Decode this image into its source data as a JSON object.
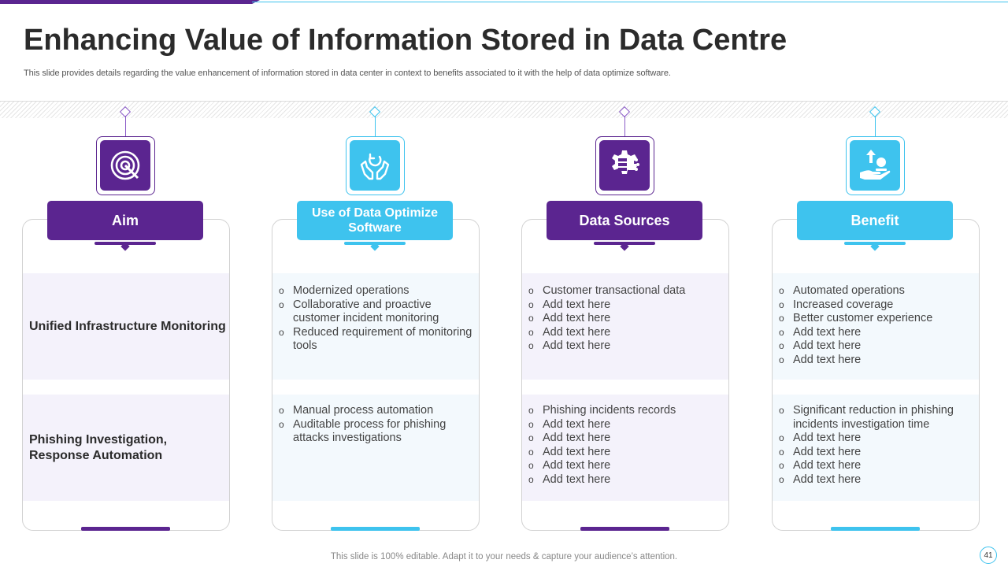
{
  "slide": {
    "title": "Enhancing Value of Information Stored in Data Centre",
    "subtitle": "This slide provides details regarding the value enhancement of information stored in data center in context to benefits associated to it with the help of data optimize software.",
    "footer": "This slide is 100% editable. Adapt it to your needs & capture your audience’s attention.",
    "page_number": "41"
  },
  "colors": {
    "purple": "#5b2590",
    "blue": "#3ec3ee"
  },
  "columns": [
    {
      "header": "Aim",
      "icon": "target-icon",
      "rows": [
        {
          "label": "Unified Infrastructure Monitoring"
        },
        {
          "label": "Phishing Investigation, Response  Automation"
        }
      ]
    },
    {
      "header": "Use of Data Optimize Software",
      "icon": "hands-refresh-icon",
      "rows": [
        {
          "bullets": [
            "Modernized operations",
            "Collaborative  and proactive customer incident monitoring",
            "Reduced requirement of monitoring tools"
          ]
        },
        {
          "bullets": [
            "Manual  process automation",
            "Auditable  process for phishing attacks investigations"
          ]
        }
      ]
    },
    {
      "header": "Data Sources",
      "icon": "gear-data-icon",
      "rows": [
        {
          "bullets": [
            "Customer transactional data",
            "Add text here",
            "Add text here",
            "Add text here",
            "Add text here"
          ]
        },
        {
          "bullets": [
            "Phishing incidents records",
            "Add text here",
            "Add text here",
            "Add text here",
            "Add text here",
            "Add text here"
          ]
        }
      ]
    },
    {
      "header": "Benefit",
      "icon": "hand-money-growth-icon",
      "rows": [
        {
          "bullets": [
            "Automated operations",
            "Increased coverage",
            "Better customer experience",
            "Add text here",
            "Add text here",
            "Add text here"
          ]
        },
        {
          "bullets": [
            "Significant reduction in phishing incidents investigation time",
            "Add text here",
            "Add text here",
            "Add text here",
            "Add text here"
          ]
        }
      ]
    }
  ]
}
